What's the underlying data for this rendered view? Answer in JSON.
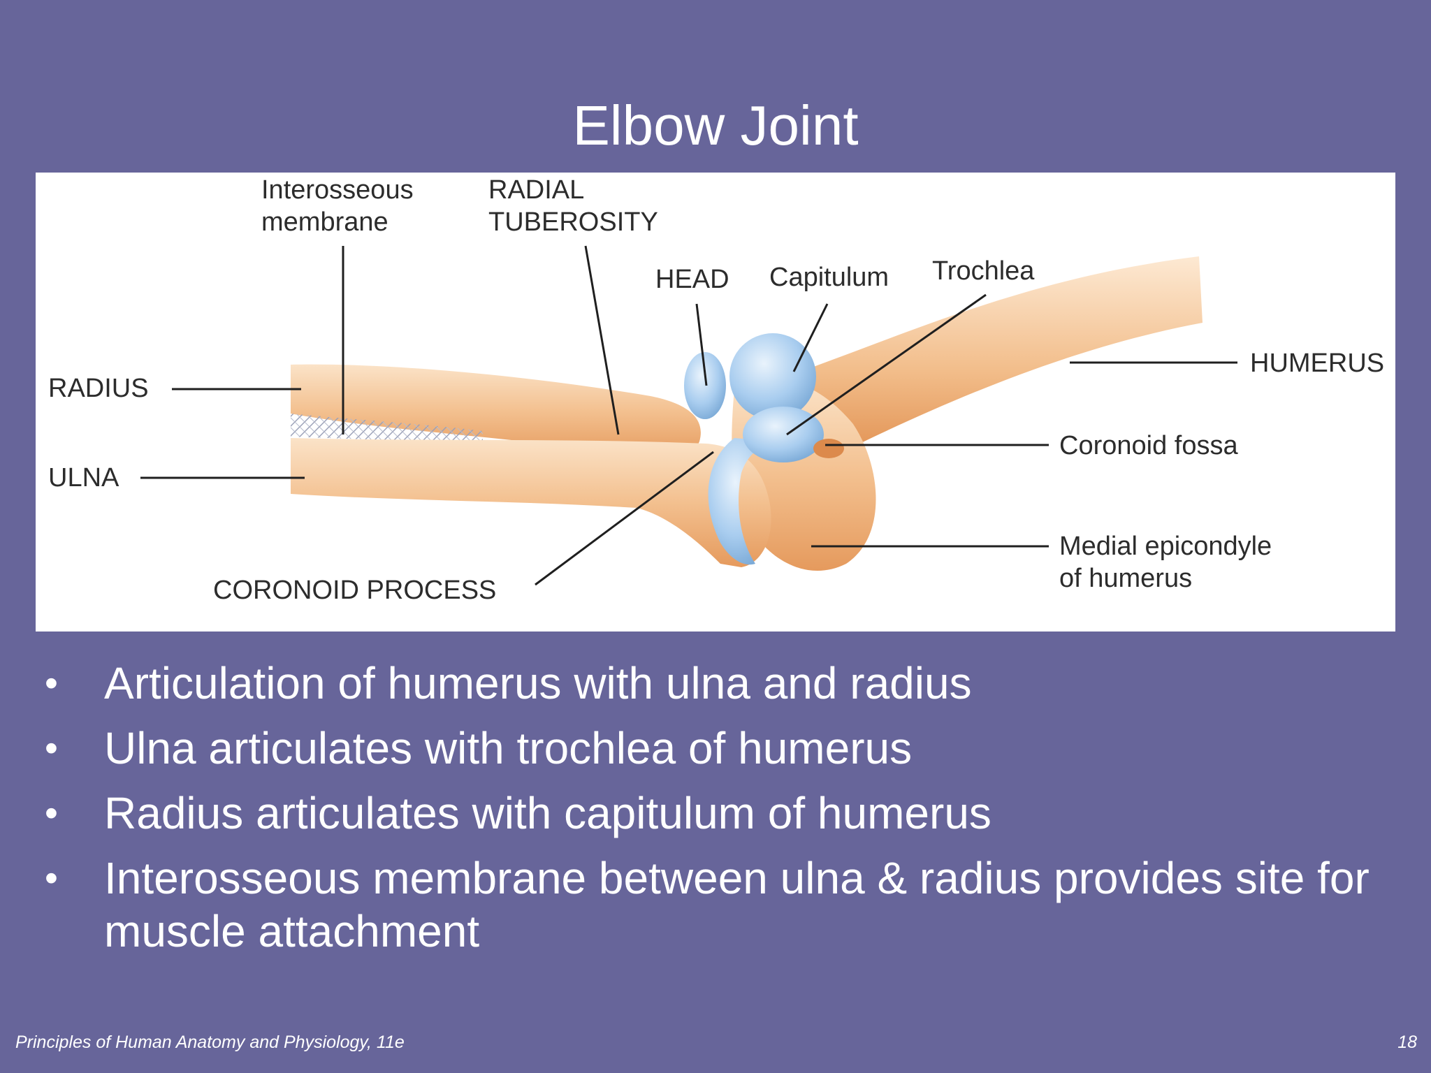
{
  "slide": {
    "title": "Elbow Joint",
    "background_color": "#67659a"
  },
  "figure": {
    "labels": {
      "interosseous_membrane": [
        "Interosseous",
        "membrane"
      ],
      "radial_tuberosity": [
        "RADIAL",
        "TUBEROSITY"
      ],
      "head": "HEAD",
      "capitulum": "Capitulum",
      "trochlea": "Trochlea",
      "humerus": "HUMERUS",
      "radius": "RADIUS",
      "ulna": "ULNA",
      "coronoid_fossa": "Coronoid fossa",
      "medial_epicondyle": [
        "Medial epicondyle",
        "of humerus"
      ],
      "coronoid_process": "CORONOID PROCESS"
    },
    "colors": {
      "bone": "#f3c08f",
      "cartilage": "#a9cdef"
    }
  },
  "bullets": [
    "Articulation of humerus with ulna and radius",
    "Ulna articulates with trochlea of humerus",
    "Radius articulates with capitulum of humerus",
    "Interosseous membrane between ulna & radius provides site for muscle attachment"
  ],
  "bullet_symbol": "•",
  "footer": {
    "source": "Principles of Human Anatomy and Physiology, 11e",
    "page_number": "18"
  }
}
